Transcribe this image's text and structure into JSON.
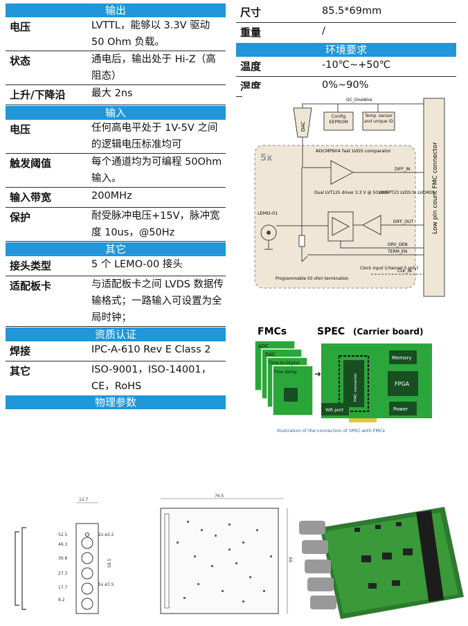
{
  "left_table": {
    "output_header": "输出",
    "output_rows": [
      {
        "key": "电压",
        "value": "LVTTL，能够以 3.3V 驱动 50 Ohm 负载。"
      },
      {
        "key": "状态",
        "value": "通电后，输出处于 Hi-Z（高阻态）"
      },
      {
        "key": "上升/下降沿",
        "value": "最大 2ns"
      }
    ],
    "input_header": "输入",
    "input_rows": [
      {
        "key": "电压",
        "value": "任何高电平处于 1V-5V 之间的逻辑电压标准均可"
      },
      {
        "key": "触发阈值",
        "value": "每个通道均为可编程 50Ohm 输入。"
      },
      {
        "key": "输入带宽",
        "value": "200MHz"
      },
      {
        "key": "保护",
        "value": "耐受脉冲电压+15V，脉冲宽度 10us，@50Hz"
      }
    ],
    "other_header": "其它",
    "other_rows": [
      {
        "key": "接头类型",
        "value": "5 个 LEMO-00 接头"
      },
      {
        "key": "适配板卡",
        "value": "与适配板卡之间 LVDS 数据传输格式；一路输入可设置为全局时钟；"
      }
    ],
    "cert_header": "资质认证",
    "cert_rows": [
      {
        "key": "焊接",
        "value": "IPC-A-610 Rev E Class 2"
      },
      {
        "key": "其它",
        "value": "ISO-9001，ISO-14001，CE，RoHS"
      }
    ],
    "physical_header": "物理参数"
  },
  "right_table": {
    "rows_top": [
      {
        "key": "尺寸",
        "value": "85.5*69mm"
      },
      {
        "key": "重量",
        "value": "/"
      }
    ],
    "env_header": "环境要求",
    "rows_env": [
      {
        "key": "温度",
        "value": "-10℃~+50℃"
      },
      {
        "key": "湿度",
        "value": "0%~90%"
      }
    ]
  },
  "block_diagram": {
    "gc_label": "GC_OneWire",
    "dac": "DAC",
    "config": "Config EEPROM",
    "temp": "Temp. sensor and unique ID",
    "multiplier": "5x",
    "comparator": "ADCMP604 fast LVDS comparator",
    "driver": "Dual LVT125 driver 3.3 V @ 50 ohm",
    "lvds": "100EPT23 LVDS to LVCMOS",
    "lemo": "LEMO-01",
    "termination": "Programmable 50 ohm termination",
    "clock": "Clock input (channel 5 only)",
    "diff_in": "DIFF_IN",
    "diff_out": "DIFF_OUT",
    "drv_oen": "DRV_OEN",
    "term_en": "TERM_EN",
    "clk_in": "CLK_IN",
    "connector": "Low pin count FMC connector"
  },
  "fmc_illustration": {
    "fmcs_title": "FMCs",
    "spec_title": "SPEC",
    "carrier": "(Carrier board)",
    "cards": [
      "ADC",
      "DAC",
      "Time-to-Digital",
      "Fine delay"
    ],
    "memory": "Memory",
    "fpga": "FPGA",
    "power": "Power",
    "wr_port": "WR port",
    "fmc_connector": "FMC connector",
    "caption": "Illustration of the connection of SPEC with FMCs"
  },
  "drawing_front": {
    "top_dim": "12.7",
    "dims": [
      "52.5",
      "46.3",
      "36.8",
      "27.3",
      "17.7",
      "8.2"
    ],
    "hole_small": "2x ø3.2",
    "hole_big": "5x ø7.5",
    "side_dim": "58.5"
  },
  "drawing_board": {
    "width_dim": "76.5",
    "height_dim": "69"
  },
  "colors": {
    "header_blue": "#2196d8",
    "pcb_green": "#2aa63a",
    "diagram_beige": "#efe6d6"
  }
}
